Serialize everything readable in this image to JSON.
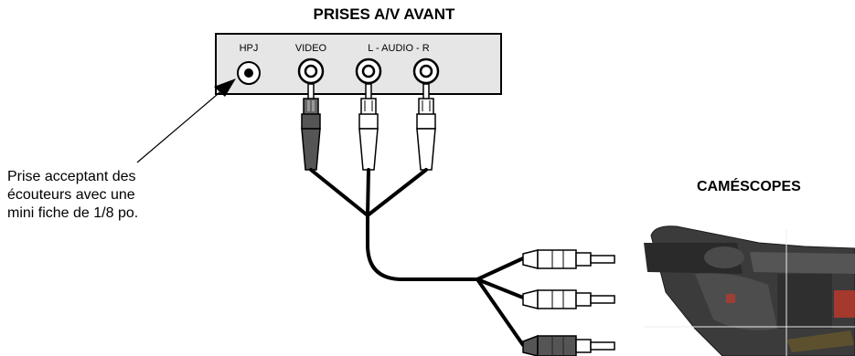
{
  "panel": {
    "title": "PRISES A/V AVANT",
    "jacks": [
      {
        "label": "HPJ"
      },
      {
        "label": "VIDEO"
      },
      {
        "label": "L  - AUDIO - R"
      }
    ]
  },
  "note": {
    "text": "Prise acceptant des\nécouteurs avec une\nmini fiche de 1/8 po."
  },
  "camcorder": {
    "title": "CAMÉSCOPES"
  },
  "colors": {
    "line": "#000000",
    "panel_fill": "#e6e6e6",
    "video_plug": "#555555",
    "audio_plug": "#ffffff",
    "camera_body": "#333333",
    "camera_accent": "#c0392b"
  }
}
